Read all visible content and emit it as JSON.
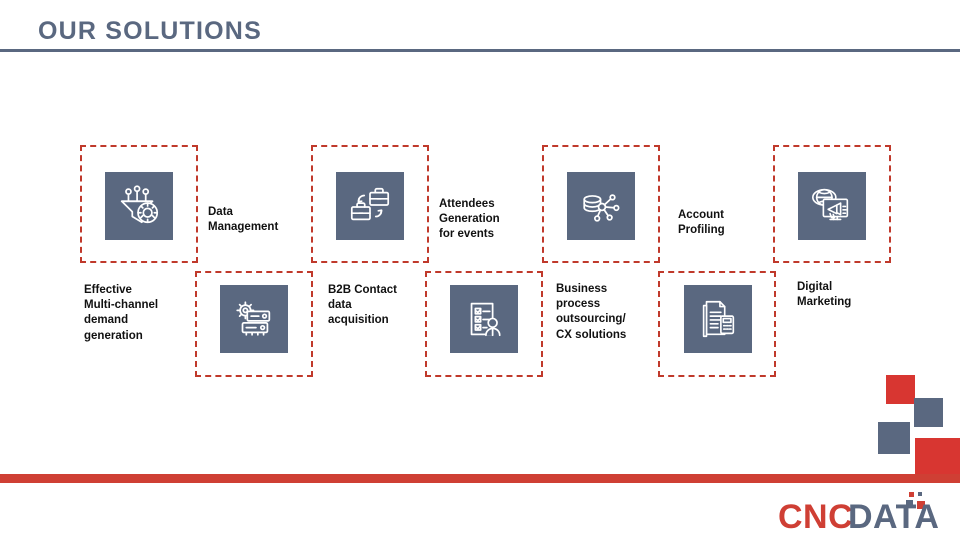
{
  "header": {
    "title": "OUR SOLUTIONS"
  },
  "colors": {
    "brand_red": "#cf3f34",
    "deco_red": "#d83631",
    "dashed_red": "#c0392b",
    "slate": "#5a6880",
    "text": "#111111",
    "background": "#ffffff"
  },
  "solutions": {
    "top_row": [
      {
        "icon": "funnel-gear-icon",
        "label": "Data Management",
        "label_lines": [
          "Data",
          "Management"
        ]
      },
      {
        "icon": "briefcase-exchange-icon",
        "label": "Attendees Generation for events",
        "label_lines": [
          "Attendees",
          "Generation",
          "for events"
        ]
      },
      {
        "icon": "database-network-icon",
        "label": "Account Profiling",
        "label_lines": [
          "Account",
          "Profiling"
        ]
      },
      {
        "icon": "globe-megaphone-monitor-icon",
        "label": "Digital Marketing",
        "label_lines": [
          "Digital",
          "Marketing"
        ]
      }
    ],
    "bottom_row": [
      {
        "icon": "server-gear-icon",
        "label": "Effective Multi-channel demand generation",
        "label_lines": [
          "Effective",
          "Multi-channel",
          "demand",
          "generation"
        ]
      },
      {
        "icon": "checklist-person-icon",
        "label": "B2B Contact data acquisition",
        "label_lines": [
          "B2B Contact",
          "data",
          "acquisition"
        ]
      },
      {
        "icon": "documents-calculator-icon",
        "label": "Business process outsourcing/ CX solutions",
        "label_lines": [
          "Business",
          "process",
          "outsourcing/",
          "CX solutions"
        ]
      }
    ]
  },
  "logo": {
    "text_primary": "CNC",
    "text_secondary": "DATA",
    "full": "CNCDATA"
  }
}
